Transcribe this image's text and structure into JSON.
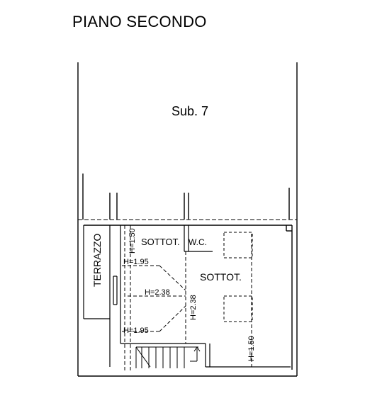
{
  "title": "PIANO SECONDO",
  "labels": {
    "sub": "Sub. 7",
    "terrazzo": "TERRAZZO",
    "sottot_small": "SOTTOT.",
    "wc": "W.C.",
    "sottot_main": "SOTTOT.",
    "h_150_top": "H=1.50",
    "h_195_top": "H=1.95",
    "h_238_horiz": "H=2.38",
    "h_238_vert": "H=2.38",
    "h_195_bottom": "H=1.95",
    "h_150_right": "H=1.50"
  },
  "colors": {
    "line": "#000000",
    "background": "#ffffff"
  }
}
